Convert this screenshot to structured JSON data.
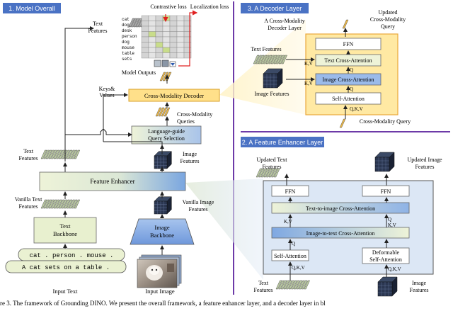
{
  "headers": {
    "overall": "1. Model Overall",
    "decoder": "3. A Decoder Layer",
    "enhancer": "2. A Feature Enhancer Layer"
  },
  "overall": {
    "contrastive_loss": "Contrastive loss",
    "localization_loss": "Localization loss",
    "text_features_top": "Text\nFeatures",
    "grid_words": [
      "cat",
      "dog",
      "desk",
      "person",
      "dog",
      "mouse",
      "table",
      "sets"
    ],
    "model_outputs": "Model Outputs",
    "keys_values": "Keys&\nValues",
    "cmd": "Cross-Modality Decoder",
    "cm_queries": "Cross-Modality\nQueries",
    "lgqs": "Language-guide\nQuery Selection",
    "text_features_mid": "Text\nFeatures",
    "image_features_mid": "Image\nFeatures",
    "feature_enhancer": "Feature Enhancer",
    "vanilla_text": "Vanilla Text\nFeatures",
    "vanilla_image": "Vanilla Image\nFeatures",
    "text_backbone": "Text\nBackbone",
    "image_backbone": "Image\nBackbone",
    "prompt1": "cat . person . mouse .",
    "prompt2": "A cat sets on a table .",
    "input_text": "Input Text",
    "input_image": "Input Image"
  },
  "decoder": {
    "text_features": "Text Features",
    "image_features": "Image Features",
    "layer_title": "A Cross-Modality\nDecoder Layer",
    "updated_query": "Updated\nCross-Modality\nQuery",
    "ffn": "FFN",
    "text_ca": "Text Cross-Attention",
    "image_ca": "Image Cross-Attention",
    "self_attn": "Self-Attention",
    "kv": "K,V",
    "q": "Q",
    "qkv": "Q,K,V",
    "cm_query": "Cross-Modality Query"
  },
  "enhancer": {
    "updated_text": "Updated Text\nFeatures",
    "updated_image": "Updated Image\nFeatures",
    "ffn": "FFN",
    "t2i": "Text-to-image Cross-Attention",
    "i2t": "Image-to-text Cross-Attention",
    "self_attn": "Self-Attention",
    "deform": "Deformable\nSelf-Attention",
    "q": "Q",
    "kv": "K,V",
    "qkv": "Q,K,V",
    "text_features": "Text\nFeatures",
    "image_features": "Image\nFeatures"
  },
  "caption": "re 3. The framework of Grounding DINO. We present the overall framework, a feature enhancer layer, and a decoder layer in bl",
  "colors": {
    "header_blue": "#4a72c4",
    "decoder_yellow": "#ffe9a3",
    "decoder_border": "#e8a83a",
    "enhancer_bg": "#dce7f5",
    "text_green": "#e8f0cf",
    "image_blue": "#8fb3e6",
    "loss_red": "#e02020"
  }
}
